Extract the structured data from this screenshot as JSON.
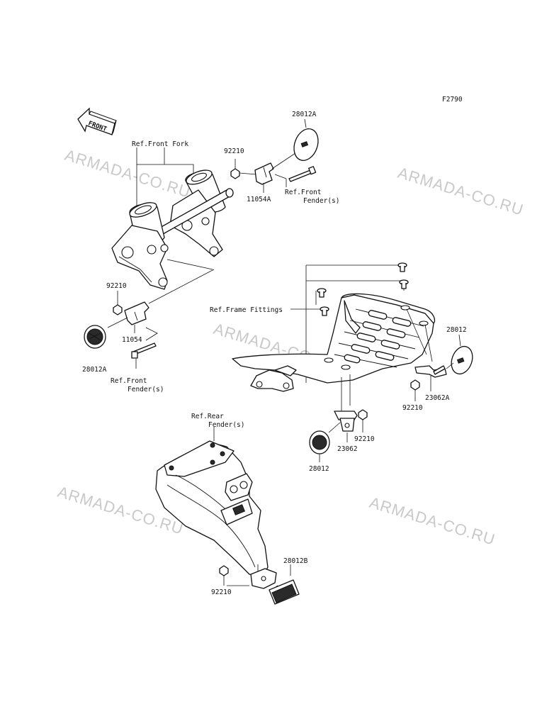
{
  "diagram": {
    "figure_code": "F2790",
    "front_arrow_label": "FRONT",
    "watermarks": [
      "ARMADA-CO.RU",
      "ARMADA-CO.RU",
      "ARMADA-CO.RU",
      "ARMADA-CO.RU",
      "ARMADA-CO.RU"
    ],
    "labels": {
      "p28012A_top": "28012A",
      "ref_front_fork": "Ref.Front Fork",
      "p92210_top": "92210",
      "p11054A": "11054A",
      "ref_front_fender_top_1": "Ref.Front",
      "ref_front_fender_top_2": "Fender(s)",
      "p92210_left": "92210",
      "p11054": "11054",
      "p28012A_left": "28012A",
      "ref_front_fender_left_1": "Ref.Front",
      "ref_front_fender_left_2": "Fender(s)",
      "ref_frame_fittings": "Ref.Frame Fittings",
      "p28012_right": "28012",
      "p92210_right": "92210",
      "p23062A": "23062A",
      "p92210_mid": "92210",
      "p23062": "23062",
      "p28012_mid": "28012",
      "ref_rear_fender_1": "Ref.Rear",
      "ref_rear_fender_2": "Fender(s)",
      "p28012B": "28012B",
      "p92210_bottom": "92210"
    }
  }
}
